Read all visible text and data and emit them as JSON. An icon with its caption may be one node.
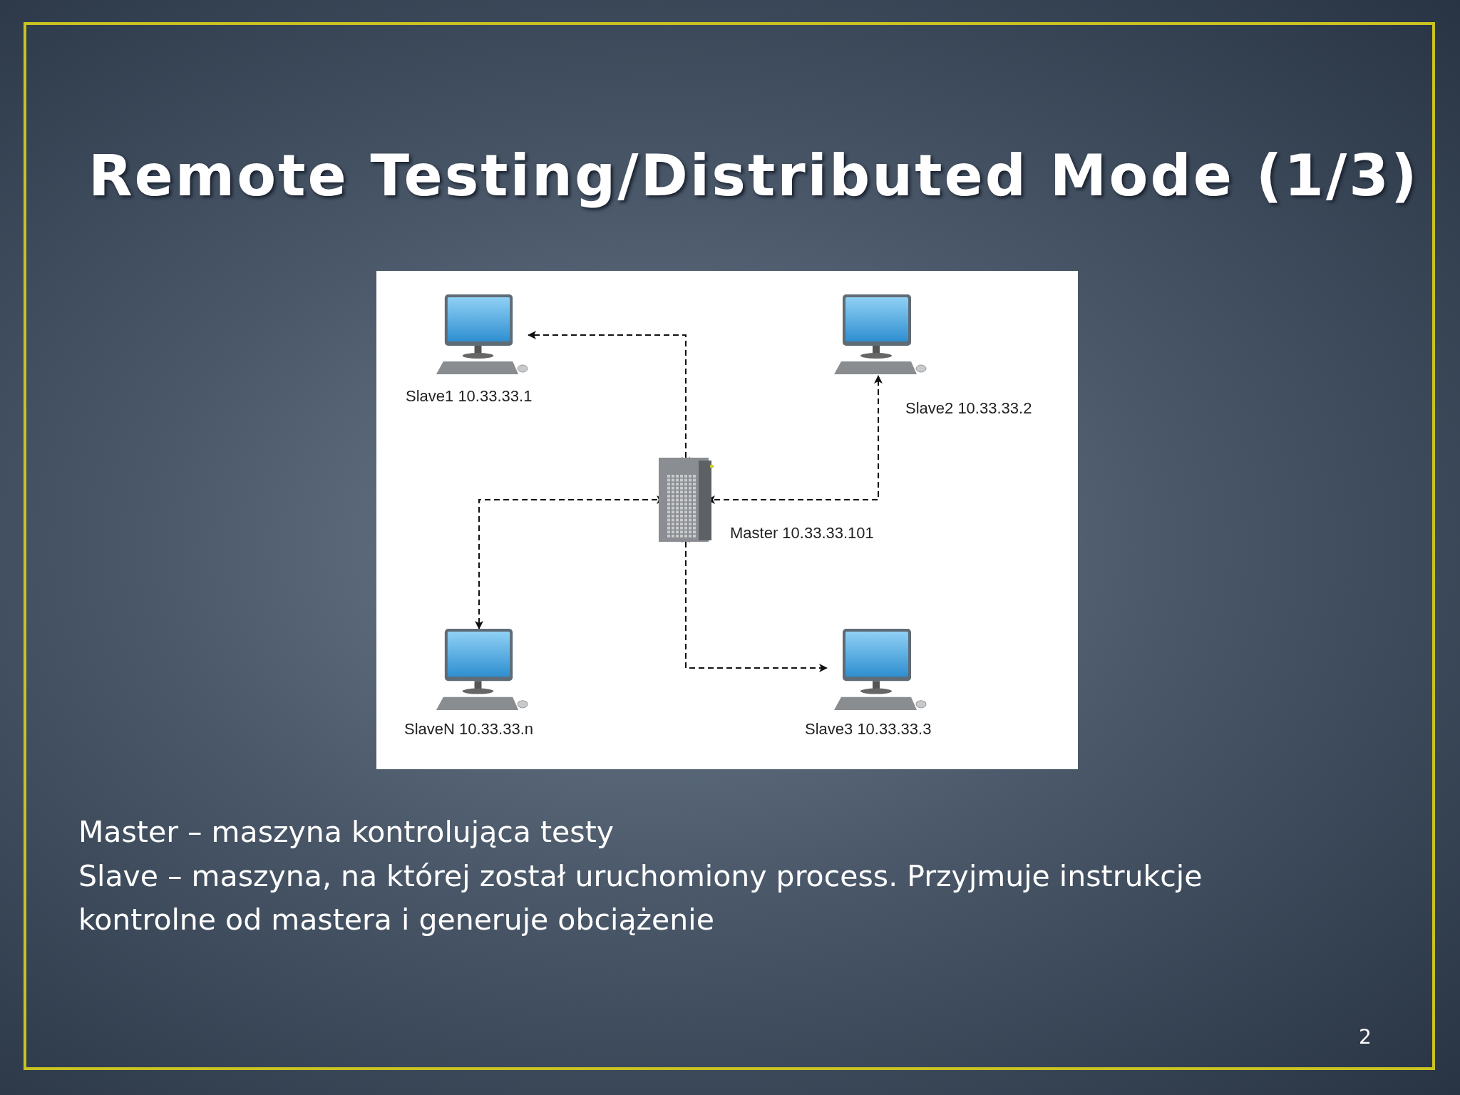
{
  "diagram": {
    "title": "Remote Testing/Distributed Mode (1/3)",
    "nodes": [
      {
        "text": [],
        "shape": "computer",
        "beside": [
          "Slave1 10.33.33.1"
        ]
      },
      {
        "text": [],
        "shape": "computer",
        "beside": [
          "Slave2 10.33.33.2"
        ]
      },
      {
        "text": [],
        "shape": "server",
        "beside": [
          "Master 10.33.33.101"
        ]
      },
      {
        "text": [],
        "shape": "computer",
        "beside": [
          "SlaveN 10.33.33.n"
        ]
      },
      {
        "text": [],
        "shape": "computer",
        "beside": [
          "Slave3 10.33.33.3"
        ]
      }
    ],
    "edges": [
      {
        "from": 2,
        "to": 0,
        "arrow": "both",
        "style": "dashed"
      },
      {
        "from": 2,
        "to": 1,
        "arrow": "both",
        "style": "dashed"
      },
      {
        "from": 2,
        "to": 3,
        "arrow": "both",
        "style": "dashed"
      },
      {
        "from": 2,
        "to": 4,
        "arrow": "both",
        "style": "dashed"
      }
    ],
    "labels": [
      "Master – maszyna kontrolująca testy",
      "Slave – maszyna, na której  został uruchomiony process. Przyjmuje instrukcje kontrolne od mastera i generuje obciążenie",
      "2"
    ]
  }
}
